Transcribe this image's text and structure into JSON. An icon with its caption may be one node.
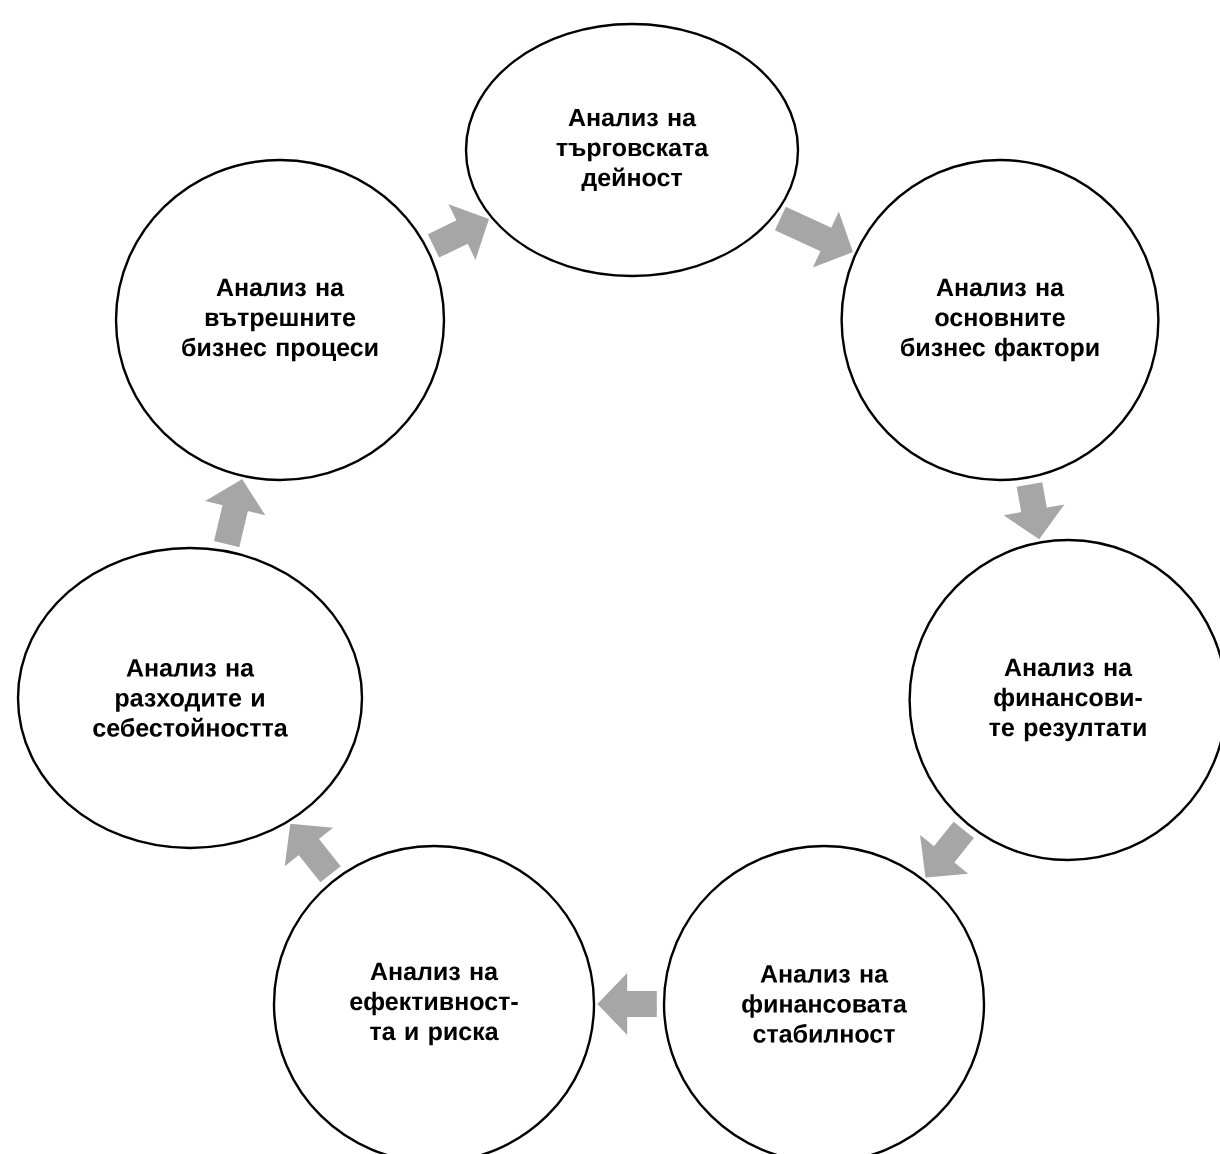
{
  "diagram": {
    "nodes": [
      {
        "text": [
          "Анализ на търговската дейност"
        ]
      },
      {
        "text": [
          "Анализ на основните бизнес фактори"
        ]
      },
      {
        "text": [
          "Анализ на финансови-те резултати"
        ]
      },
      {
        "text": [
          "Анализ на финансовата стабилност"
        ]
      },
      {
        "text": [
          "Анализ на ефективност- та и риска"
        ]
      },
      {
        "text": [
          "Анализ на разходите и себестойността"
        ]
      },
      {
        "text": [
          "Анализ на вътрешните бизнес процеси"
        ]
      }
    ],
    "edges": [
      {
        "from": 6,
        "to": 0,
        "arrow": "to"
      },
      {
        "from": 0,
        "to": 1,
        "arrow": "to"
      },
      {
        "from": 1,
        "to": 2,
        "arrow": "to"
      },
      {
        "from": 2,
        "to": 3,
        "arrow": "to"
      },
      {
        "from": 3,
        "to": 4,
        "arrow": "to"
      },
      {
        "from": 4,
        "to": 5,
        "arrow": "to"
      },
      {
        "from": 5,
        "to": 6,
        "arrow": "to"
      }
    ]
  }
}
